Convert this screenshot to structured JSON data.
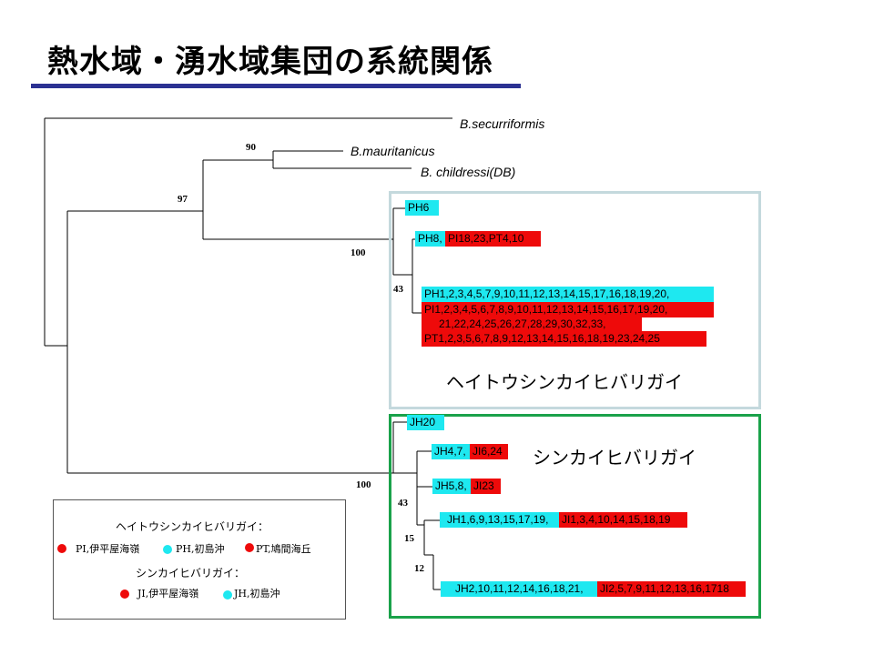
{
  "title": "熱水域・湧水域集団の系統関係",
  "colors": {
    "title_rule": "#2b3192",
    "cyan": "#1ee8f0",
    "red": "#ee0a0a",
    "box_heito": "#c4d9dd",
    "box_shinkai": "#1aa24a"
  },
  "taxa": {
    "securriformis": "B.securriformis",
    "mauritanicus": "B.mauritanicus",
    "childressi": "B. childressi(DB)"
  },
  "bootstraps": {
    "b90": "90",
    "b97": "97",
    "b100a": "100",
    "b43a": "43",
    "b100b": "100",
    "b43b": "43",
    "b15": "15",
    "b12": "12"
  },
  "heito_rows": {
    "ph6": "PH6",
    "ph8": "PH8,",
    "pi18": "PI18,23,PT4,10",
    "r1": "PH1,2,3,4,5,7,9,10,11,12,13,14,15,17,16,18,19,20,",
    "r2": "PI1,2,3,4,5,6,7,8,9,10,11,12,13,14,15,16,17,19,20,",
    "r3": "21,22,24,25,26,27,28,29,30,32,33,",
    "r4": "PT1,2,3,5,6,7,8,9,12,13,14,15,16,18,19,23,24,25"
  },
  "shinkai_rows": {
    "jh20": "JH20",
    "jh4": "JH4,7,",
    "ji6": "JI6,24",
    "jh5": "JH5,8,",
    "ji23": "JI23",
    "jh1": "JH1,6,9,13,15,17,19,",
    "ji1": "JI1,3,4,10,14,15,18,19",
    "jh2": "JH2,10,11,12,14,16,18,21,",
    "ji2": "JI2,5,7,9,11,12,13,16,1718"
  },
  "groups": {
    "heito": "ヘイトウシンカイヒバリガイ",
    "shinkai": "シンカイヒバリガイ"
  },
  "legend": {
    "heading1": "ヘイトウシンカイヒバリガイ：",
    "pi": "PI,伊平屋海嶺",
    "ph": "PH,初島沖",
    "pt": "PT,鳩間海丘",
    "heading2": "シンカイヒバリガイ：",
    "ji": "JI,伊平屋海嶺",
    "jh": "JH,初島沖"
  }
}
